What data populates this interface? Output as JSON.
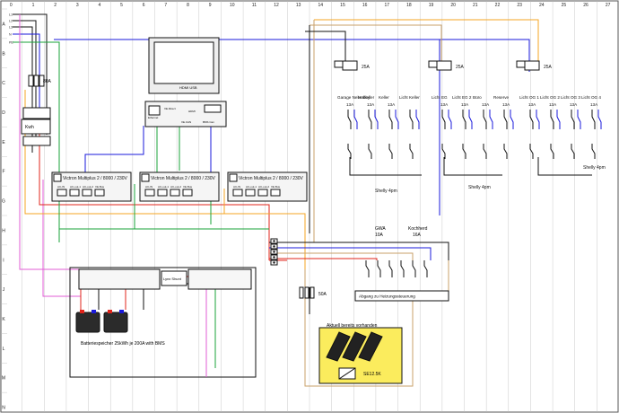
{
  "grid": {
    "columns": [
      "0",
      "1",
      "2",
      "3",
      "4",
      "5",
      "6",
      "7",
      "8",
      "9",
      "10",
      "11",
      "12",
      "13",
      "14",
      "15",
      "16",
      "17",
      "18",
      "19",
      "20",
      "21",
      "22",
      "23",
      "24",
      "25",
      "26",
      "27"
    ],
    "rows": [
      "A",
      "B",
      "C",
      "D",
      "E",
      "F",
      "G",
      "H",
      "I",
      "J",
      "K",
      "L",
      "M",
      "N"
    ]
  },
  "phases": [
    "L1",
    "L2",
    "L3",
    "N",
    "PE"
  ],
  "main_fuse": "80A",
  "meter": "Kwh",
  "display": {
    "label": "HDMI USB"
  },
  "cerbo": {
    "vedirect": "VE.Direct",
    "hdmi": "HDMI",
    "ethernet": "Ethernet",
    "vecan": "VE.CAN",
    "bms": "BMS Can"
  },
  "inverters": [
    {
      "label": "Victron Multiplus 2 / 8000 / 230V"
    },
    {
      "label": "Victron Multiplus 2 / 8000 / 230V"
    },
    {
      "label": "Victron Multiplus 2 / 8000 / 230V"
    }
  ],
  "inverter_ports": [
    "AC-IN",
    "AC-out-1",
    "AC-out-2",
    "VE.Bus"
  ],
  "breakers_25a": [
    "25A",
    "25A",
    "25A"
  ],
  "circuits_group1": [
    "Garage Nebenkeller",
    "Hobby",
    "Keller",
    "Licht Keller"
  ],
  "circuits_group2": [
    "Licht EG",
    "Licht EG 2",
    "Büro",
    "Reserve"
  ],
  "circuits_group3": [
    "Licht OG 1",
    "Licht OG 2",
    "Licht OG 3",
    "Licht OG 4"
  ],
  "ratings_group1": [
    "13A",
    "13A",
    "13A"
  ],
  "ratings_group2": [
    "13A",
    "13A",
    "13A",
    "13A"
  ],
  "ratings_group3": [
    "13A",
    "13A",
    "13A",
    "13A"
  ],
  "shelly": [
    "Shelly 4pm",
    "Shelly 4pm",
    "Shelly 4pm"
  ],
  "loads": [
    {
      "name": "GWA",
      "rating": "10A"
    },
    {
      "name": "Kochherd",
      "rating": "16A"
    }
  ],
  "heating_label": "Abgang zu Heizungssteuerung",
  "fuse_50a": "50A",
  "battery_label": "Batteriespeicher 25kWh je 200A with BMS",
  "lynx_label": "Lynx Shunt",
  "pv_label": "Aktuell bereits vorhanden",
  "pv_inverter": "SE12.5K",
  "colors": {
    "black": "#111111",
    "blue": "#1a1adb",
    "red": "#e0241b",
    "green": "#1aa33a",
    "orange": "#f5a623",
    "tan": "#c8a06a",
    "magenta": "#e05cd6",
    "pv_fill": "#fbec5d"
  }
}
